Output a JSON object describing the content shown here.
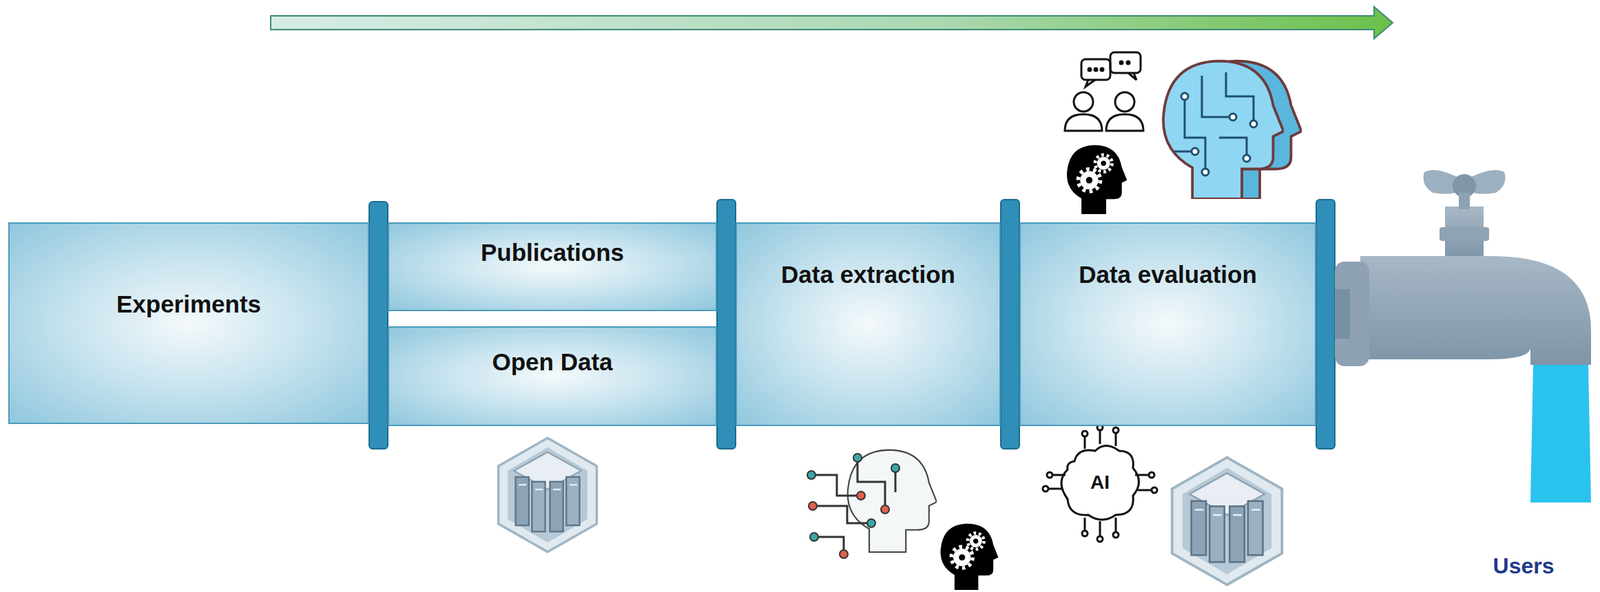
{
  "diagram": {
    "nodes": [
      {
        "text": [
          "Experiments"
        ]
      },
      {
        "text": [
          "Publications"
        ]
      },
      {
        "text": [
          "Open Data"
        ]
      },
      {
        "text": [
          "Data extraction"
        ]
      },
      {
        "text": [
          "Data evaluation"
        ]
      }
    ],
    "labels": [
      "AI",
      "Users"
    ]
  }
}
